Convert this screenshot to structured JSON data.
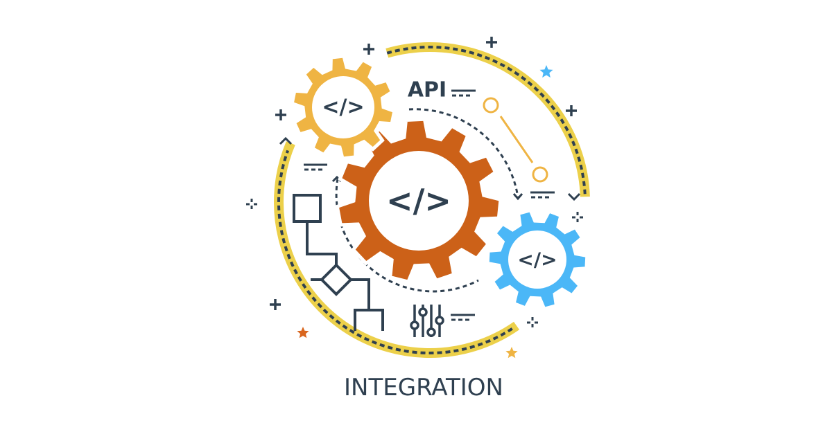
{
  "title": "INTEGRATION",
  "api_label": "API",
  "gears": [
    {
      "name": "orange-gear",
      "code": "</>",
      "color": "#cc6118"
    },
    {
      "name": "yellow-gear",
      "code": "</>",
      "color": "#efb443"
    },
    {
      "name": "blue-gear",
      "code": "</>",
      "color": "#4bb7f7"
    }
  ],
  "colors": {
    "dark": "#2f4050",
    "arc": "#ecd04a",
    "orange_star": "#d9661f",
    "yellow_star": "#efb443",
    "blue_star": "#4bb7f7"
  }
}
